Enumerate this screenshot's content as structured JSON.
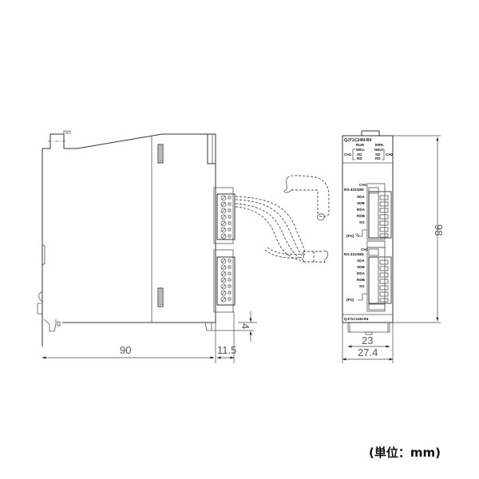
{
  "side_view": {
    "dimensions": {
      "depth_main": "90",
      "depth_terminal": "11.5",
      "offset_bottom": "4"
    }
  },
  "front_view": {
    "model_label_top": "QJ71C24N-R4",
    "model_label_bottom": "QJ71C24N-R4",
    "leds": {
      "run": "RUN",
      "err": "ERR.",
      "ch1_label": "CH1",
      "ch2_label": "CH2",
      "left_column": [
        "NEU.",
        "SD",
        "RD"
      ],
      "right_column": [
        "NEU.",
        "SD",
        "RD"
      ]
    },
    "ch1": {
      "title": "CH1",
      "standard": "RS-422/485",
      "terminals": [
        "SDA",
        "SDB",
        "RDA",
        "RDB",
        "SG"
      ],
      "fg_label": "(FG)"
    },
    "ch2": {
      "title": "CH2",
      "standard": "RS-422/485",
      "terminals": [
        "SDA",
        "SDB",
        "RDA",
        "RDB",
        "SG"
      ],
      "fg_label": "(FG)"
    },
    "dimensions": {
      "height": "98",
      "width_inner": "23",
      "width_outer": "27.4"
    }
  },
  "footer": {
    "unit_note": "(単位：mm)"
  },
  "colors": {
    "line": "#333333",
    "dimension_text": "#555555",
    "terminal_fill": "#dcdcdc"
  }
}
